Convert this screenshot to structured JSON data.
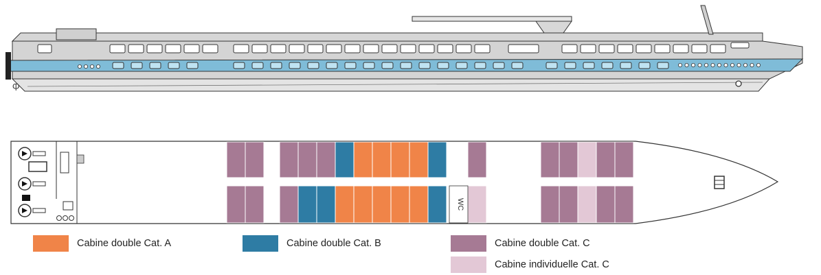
{
  "colors": {
    "cat_a": "#f08448",
    "cat_b": "#2e7ca4",
    "cat_c": "#a67a94",
    "cat_c_single": "#e3c8d6",
    "hull_stripe": "#7fbcd8",
    "hull_grey": "#d4d4d4",
    "outline": "#333333"
  },
  "deck_plan": {
    "wc_label": "WC"
  },
  "legend": {
    "cat_a": "Cabine double Cat. A",
    "cat_b": "Cabine double Cat. B",
    "cat_c": "Cabine double Cat. C",
    "cat_c_single": "Cabine individuelle Cat. C"
  }
}
